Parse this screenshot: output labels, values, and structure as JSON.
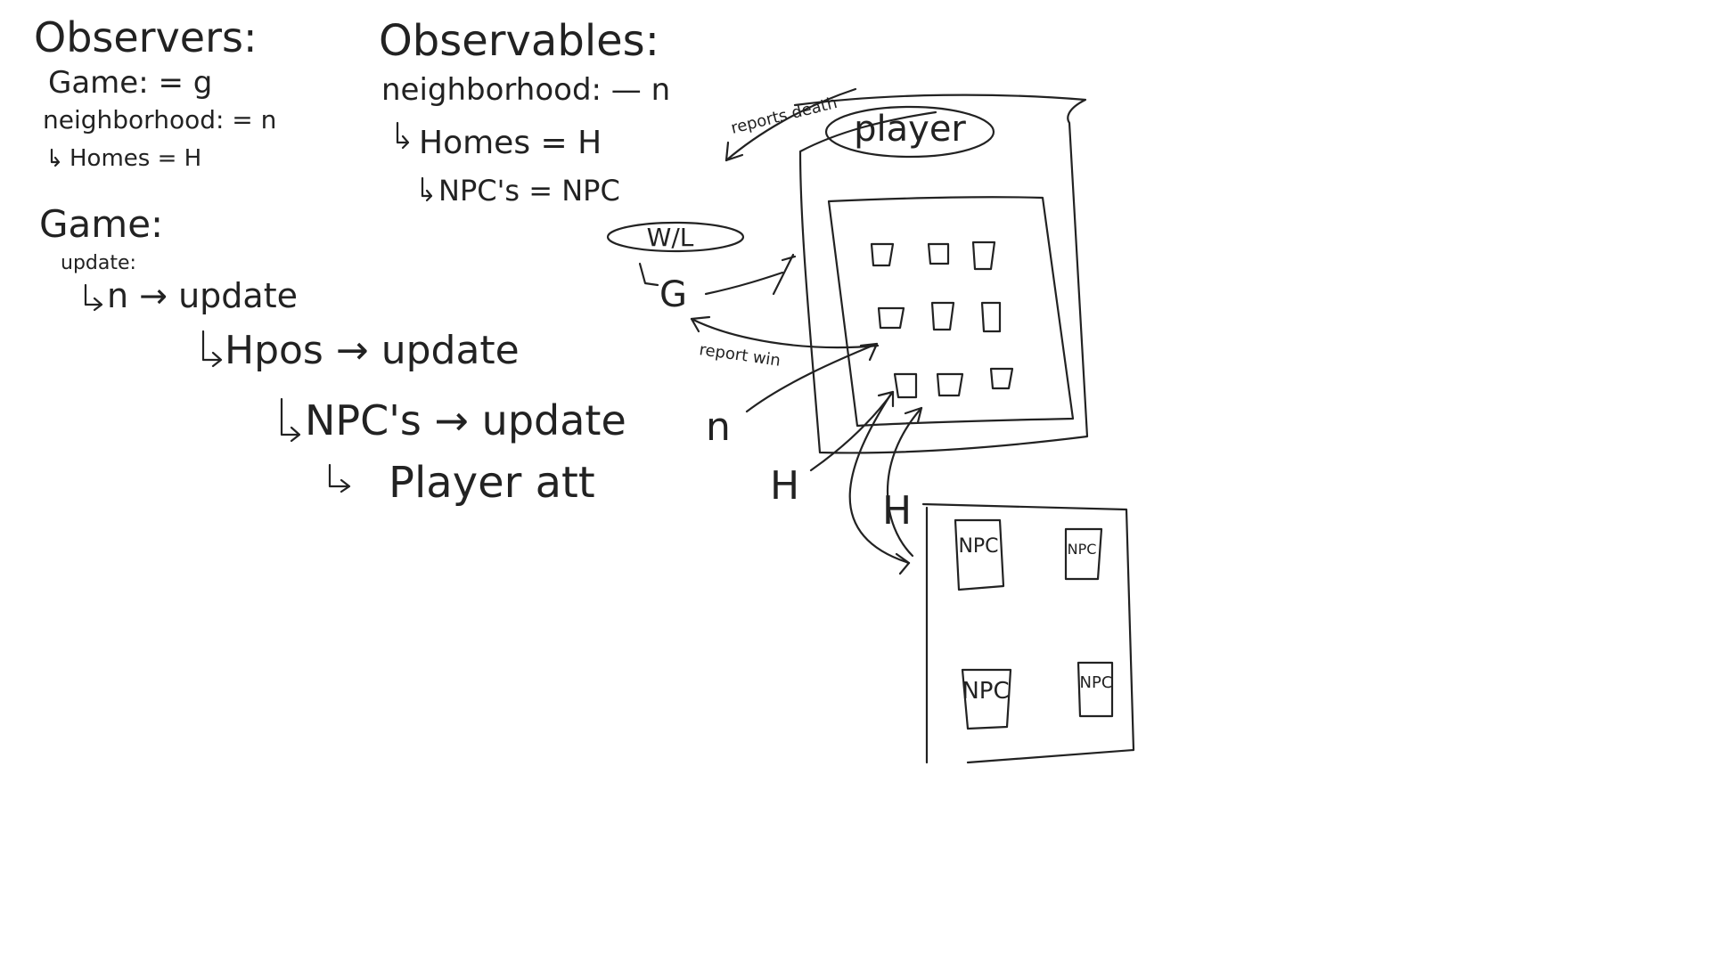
{
  "observers": {
    "heading": "Observers:",
    "items": [
      "Game: = g",
      "neighborhood: = n",
      "Homes = H"
    ]
  },
  "observables": {
    "heading": "Observables:",
    "items": [
      "neighborhood: — n",
      "Homes = H",
      "NPC's = NPC"
    ]
  },
  "game": {
    "heading": "Game:",
    "update_label": "update:",
    "steps": [
      "n → update",
      "Hpos → update",
      "NPC's → update",
      "Player att"
    ]
  },
  "diagram": {
    "player_label": "player",
    "reports_death": "reports death",
    "wl_label": "W/L",
    "g_label": "G",
    "report_win": "report win",
    "n_label": "n",
    "h_label_left": "H",
    "h_label_home": "H",
    "npc_labels": [
      "NPC",
      "NPC",
      "NPC",
      "NPC"
    ]
  }
}
